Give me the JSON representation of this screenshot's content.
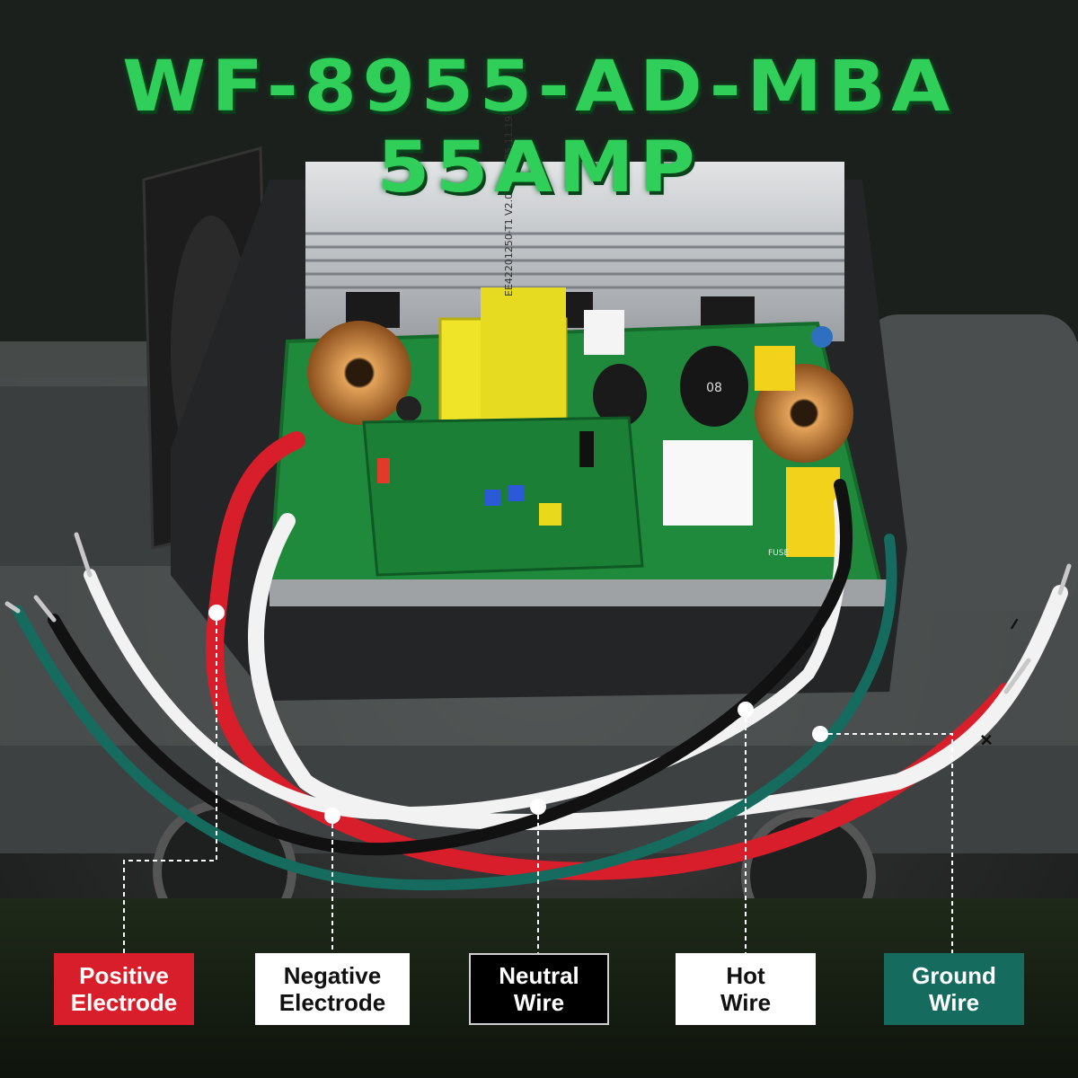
{
  "title": "WF-8955-AD-MBA 55AMP",
  "colors": {
    "title": "#2fcf5a",
    "positive": "#d81e2a",
    "negative": "#ffffff",
    "neutral": "#000000",
    "hot": "#ffffff",
    "ground": "#146b5e"
  },
  "labels": {
    "positive": "Positive\nElectrode",
    "negative": "Negative\nElectrode",
    "neutral": "Neutral\nWire",
    "hot": "Hot\nWire",
    "ground": "Ground\nWire"
  },
  "pcb_text": {
    "transformer": "EE42201250-T1 V2.0\nXG 2025.11.19",
    "capacitor": "08",
    "fuse": "FUSE"
  },
  "terminal_marks": {
    "plus": "+",
    "minus": "−"
  }
}
